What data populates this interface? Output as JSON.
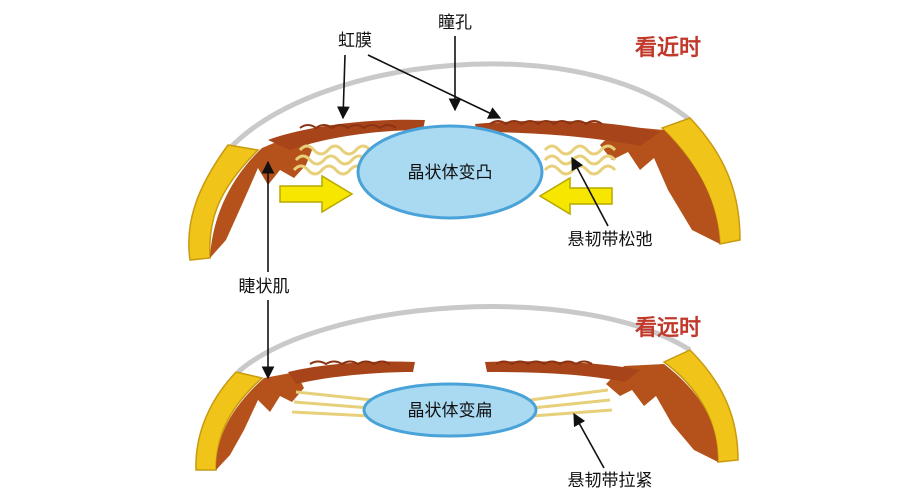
{
  "colors": {
    "title": "#c0392b",
    "cornea": "#d8d8d8",
    "sclera_yellow": "#f0c419",
    "ciliary": "#b5521b",
    "iris": "#a8441a",
    "lens_fill": "#a9daf2",
    "lens_stroke": "#4aa3d8",
    "zonule": "#f3e3a0",
    "arrow_yellow": "#f7e600",
    "arrow_outline": "#b8a800"
  },
  "labels": {
    "iris": "虹膜",
    "pupil": "瞳孔",
    "near_title": "看近时",
    "far_title": "看远时",
    "ciliary_muscle": "睫状肌",
    "lens_convex": "晶状体变凸",
    "lens_flat": "晶状体变扁",
    "zonule_relaxed": "悬韧带松弛",
    "zonule_taut": "悬韧带拉紧"
  }
}
